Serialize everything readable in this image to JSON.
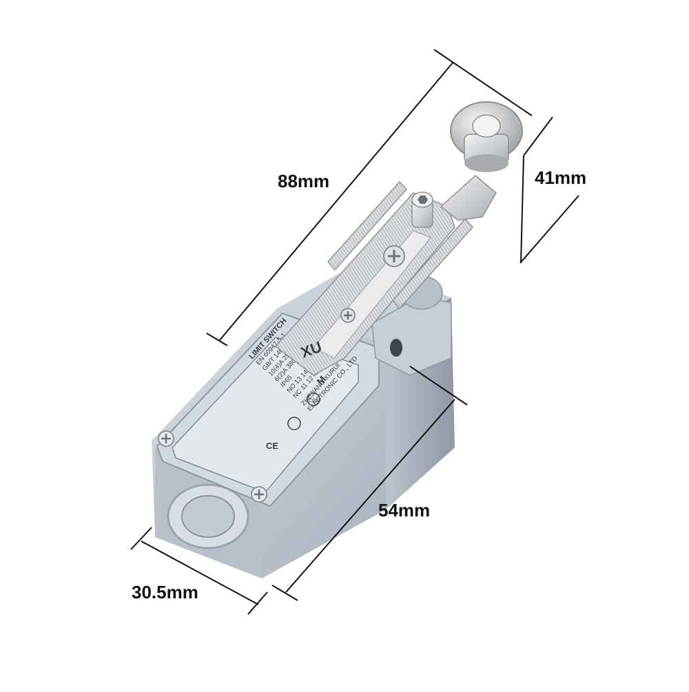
{
  "dimensions": {
    "overall_length": "88mm",
    "lever_height": "41mm",
    "body_length": "54mm",
    "body_width": "30.5mm"
  },
  "nameplate": {
    "brand": "XU",
    "title": "LIMIT SWITCH",
    "lines": [
      "EN 60947-5-1",
      "GB/T 14048.5",
      "10(4)A 250VAC",
      "6(2)A 380VAC",
      "IP65",
      "NO 13   14 NO",
      "NC 11   12 NC",
      "ZHEJIANG XURUI",
      "ELECTRONIC CO., LTD"
    ],
    "ccc_mark": "CCC",
    "ce_mark": "CE",
    "model_suffix": "M"
  },
  "colors": {
    "dimension_line": "#111111",
    "body_metal": "#b9c3cd",
    "lever_steel": "#d6d8da"
  }
}
